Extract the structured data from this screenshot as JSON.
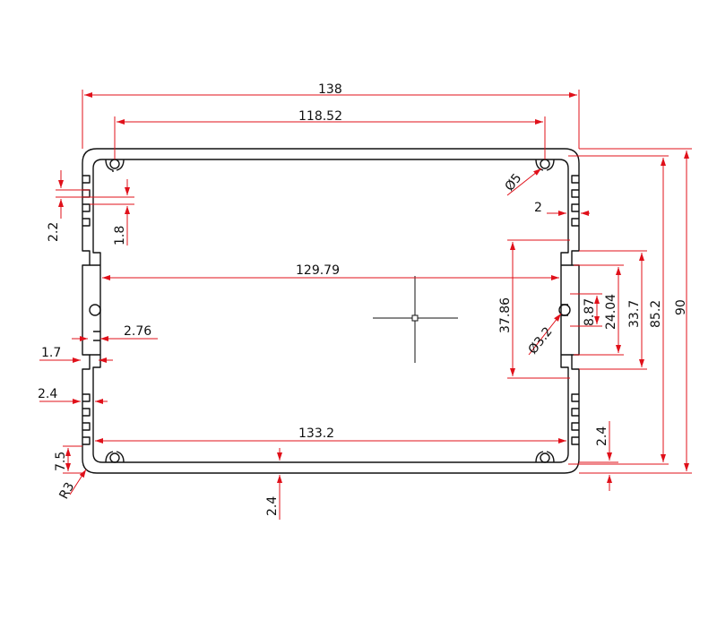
{
  "drawing": {
    "colors": {
      "outline": "#111111",
      "dimension": "#e0101a",
      "text": "#111111"
    },
    "dimensions": {
      "overall_width": "138",
      "inner_hole_span": "118.52",
      "inner_width_middle": "129.79",
      "inner_width_bottom": "133.2",
      "overall_height": "90",
      "height_85": "85.2",
      "slot_37": "37.86",
      "slot_33": "33.7",
      "slot_24": "24.04",
      "slot_8": "8.87",
      "hole_5": "Ø5",
      "hole_3": "Ø3.2",
      "wall_right_2": "2",
      "wall_2_4_right": "2.4",
      "wall_2_4_bottom": "2.4",
      "wall_2_4_left": "2.4",
      "fin_2_2": "2.2",
      "fin_1_8": "1.8",
      "rail_2_76": "2.76",
      "rail_1_7": "1.7",
      "corner_7_5": "7.5",
      "radius_r3": "R3"
    }
  }
}
